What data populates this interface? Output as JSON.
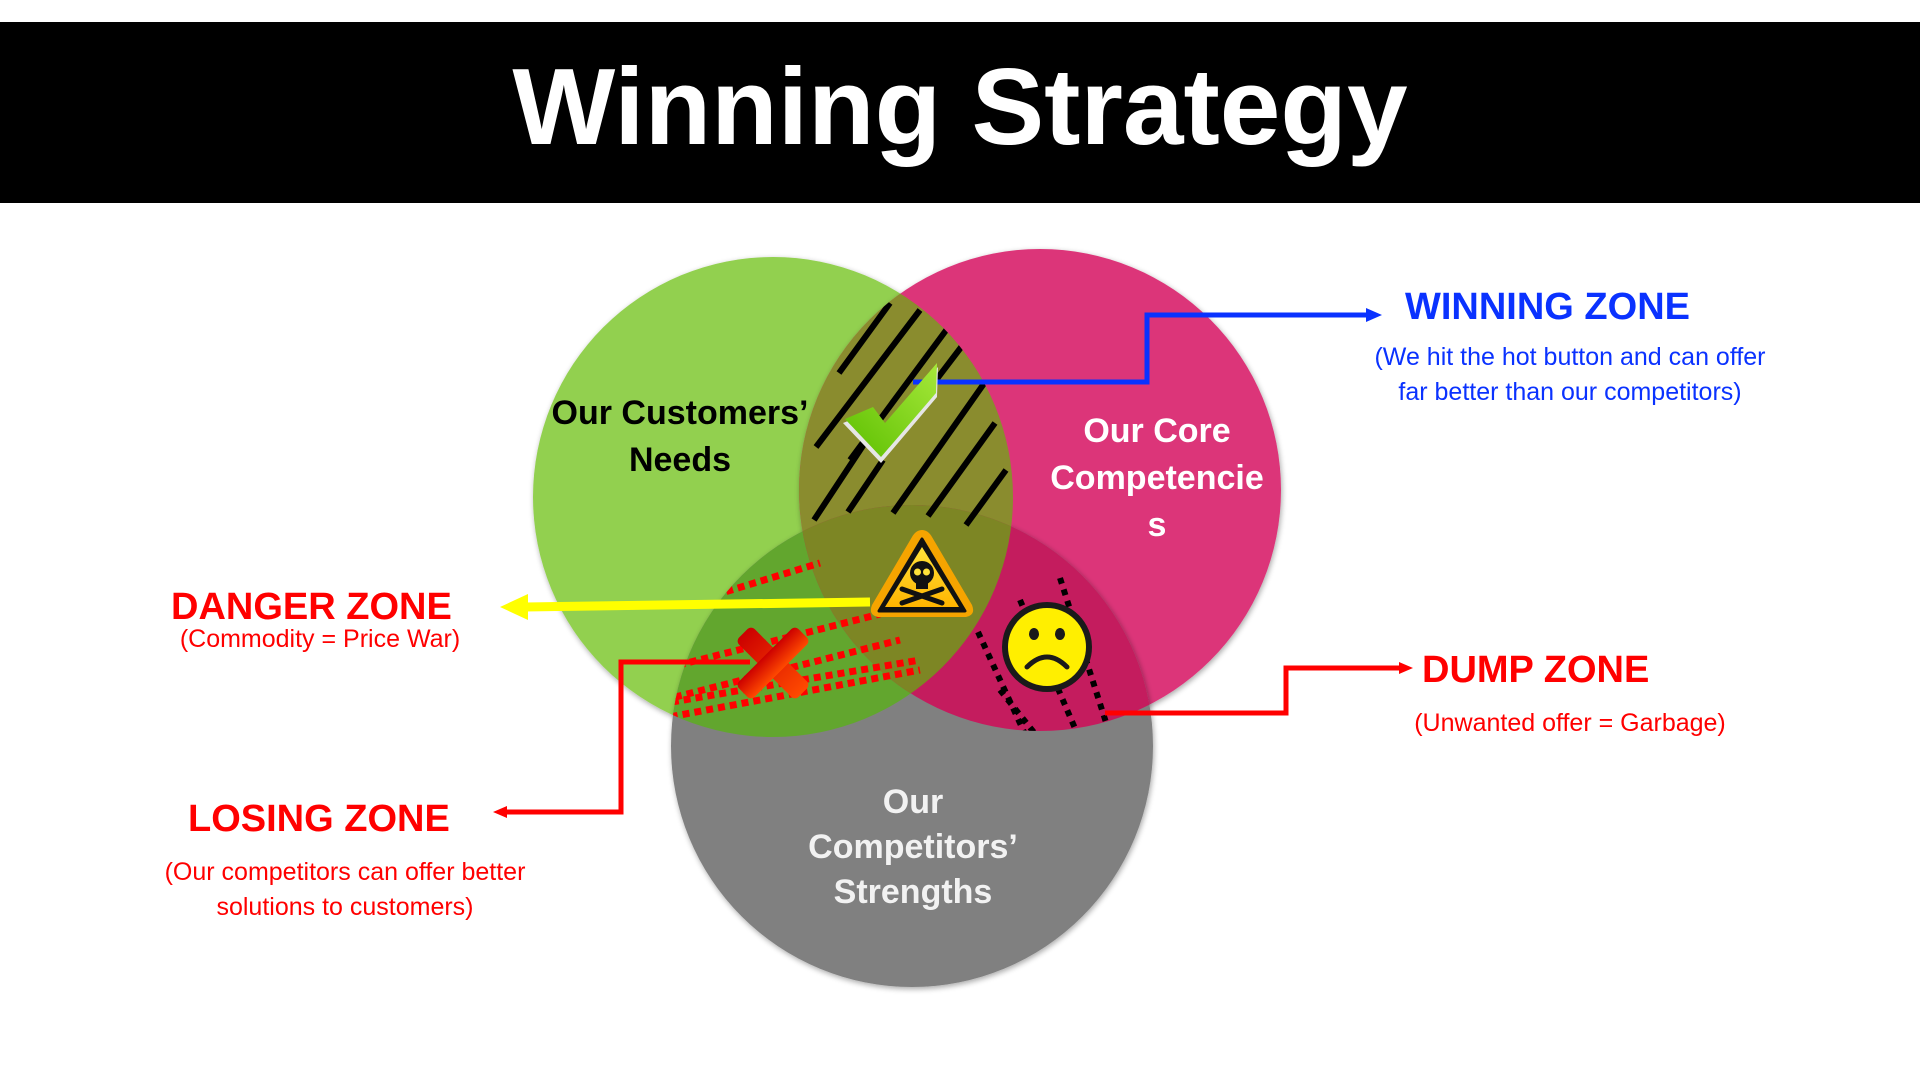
{
  "title": "Winning Strategy",
  "circles": {
    "customers": {
      "label_line1": "Our Customers’",
      "label_line2": "Needs",
      "color": "#92d050",
      "text_color": "#000000"
    },
    "core": {
      "label_line1": "Our Core",
      "label_line2": "Competencie",
      "label_line3": "s",
      "color": "#dc3679",
      "text_color": "#ffffff"
    },
    "competitors": {
      "label_line1": "Our",
      "label_line2": "Competitors’",
      "label_line3": "Strengths",
      "color": "#808080",
      "text_color": "#f2f2f2"
    }
  },
  "overlap_colors": {
    "customers_core": "#8a8c2e",
    "customers_competitors": "#62a62e",
    "core_competitors": "#c41c5e",
    "all_three": "#7d8624"
  },
  "zones": {
    "winning": {
      "title": "WINNING ZONE",
      "desc_line1": "(We hit the hot button and can offer",
      "desc_line2": "far better than our competitors)",
      "color": "#0a32ff",
      "icon": "checkmark-icon"
    },
    "danger": {
      "title": "DANGER ZONE",
      "desc_line1": "(Commodity = Price War)",
      "color": "#ff0000",
      "arrow_color": "#ffff00",
      "icon": "skull-warning-icon"
    },
    "losing": {
      "title": "LOSING ZONE",
      "desc_line1": "(Our competitors can offer better",
      "desc_line2": "solutions to customers)",
      "color": "#ff0000",
      "icon": "red-x-icon"
    },
    "dump": {
      "title": "DUMP ZONE",
      "desc_line1": "(Unwanted offer = Garbage)",
      "color": "#ff0000",
      "icon": "sad-face-icon"
    }
  }
}
